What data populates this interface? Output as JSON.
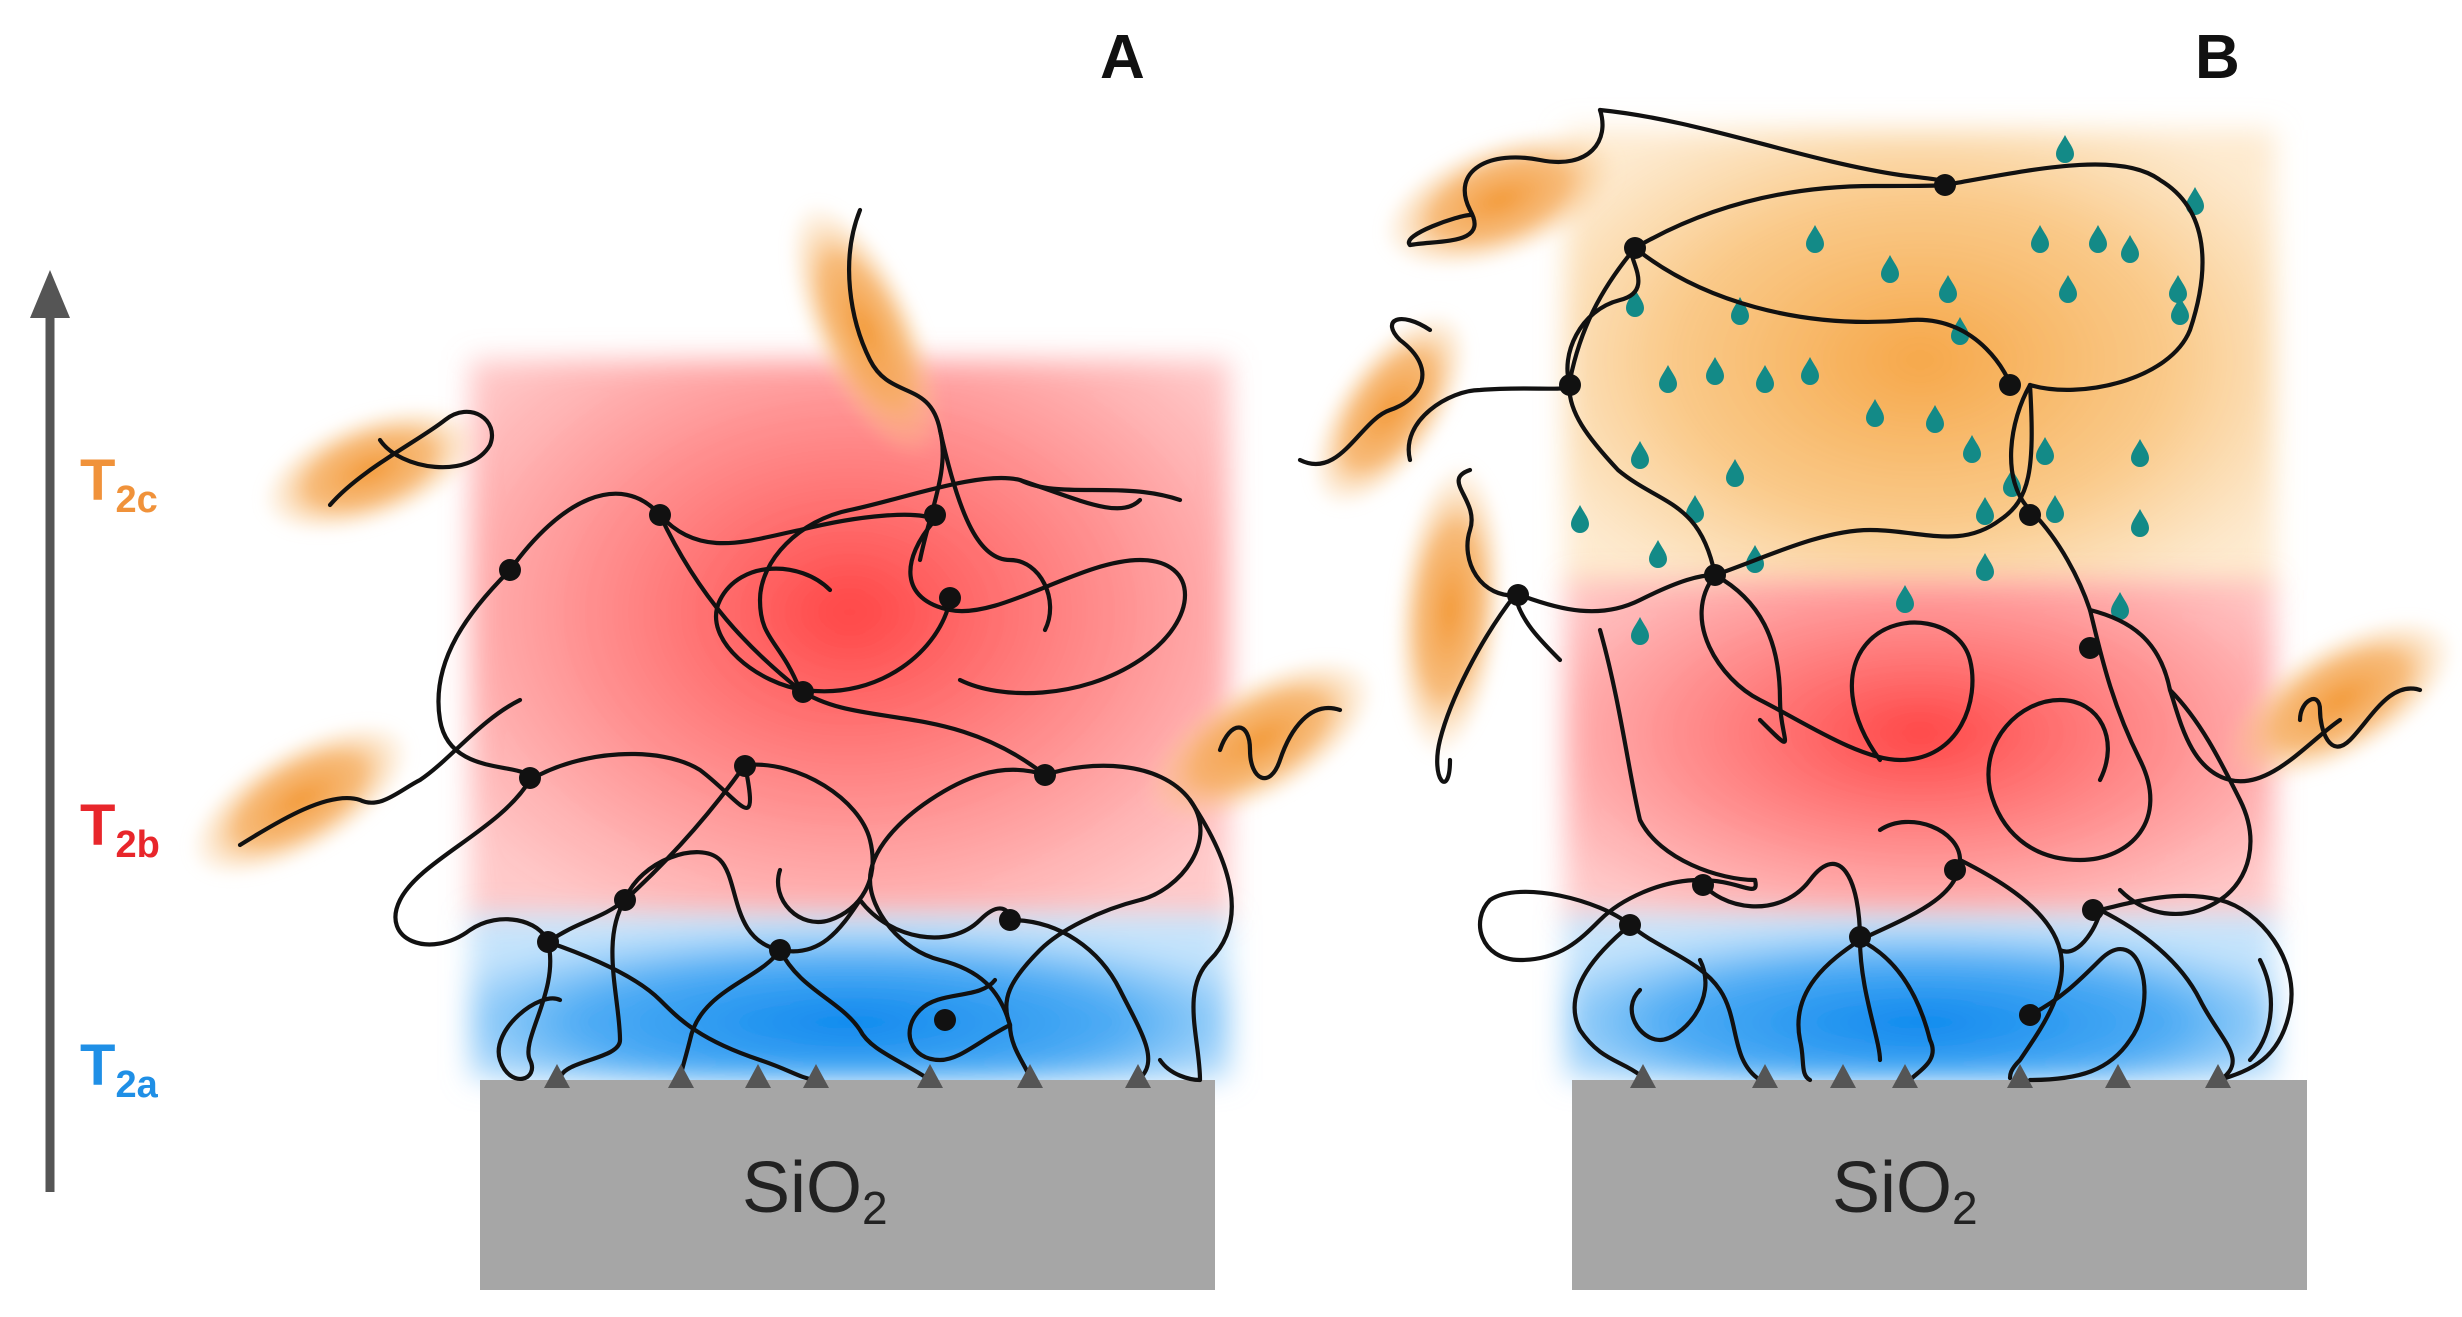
{
  "panels": [
    {
      "letter": "A",
      "substrate_label": "SiO",
      "substrate_subscript": "2"
    },
    {
      "letter": "B",
      "substrate_label": "SiO",
      "substrate_subscript": "2"
    }
  ],
  "relaxation_labels": [
    {
      "main": "T",
      "subscript": "2c",
      "color": "#f0923a"
    },
    {
      "main": "T",
      "subscript": "2b",
      "color": "#e8262b"
    },
    {
      "main": "T",
      "subscript": "2a",
      "color": "#1f8fe6"
    }
  ],
  "colors": {
    "t2a_region": "#1f8fe6",
    "t2b_region": "#ff5a5a",
    "t2c_region": "#f7b35c",
    "substrate": "#a6a6a6",
    "water_drop": "#138a87",
    "chain": "#111111",
    "anchor": "#555555",
    "axis_arrow": "#555555"
  },
  "icons": {
    "anchor": "triangle-anchor-icon",
    "crosslink": "crosslink-dot-icon",
    "water": "water-drop-icon",
    "axis": "up-arrow-icon"
  }
}
